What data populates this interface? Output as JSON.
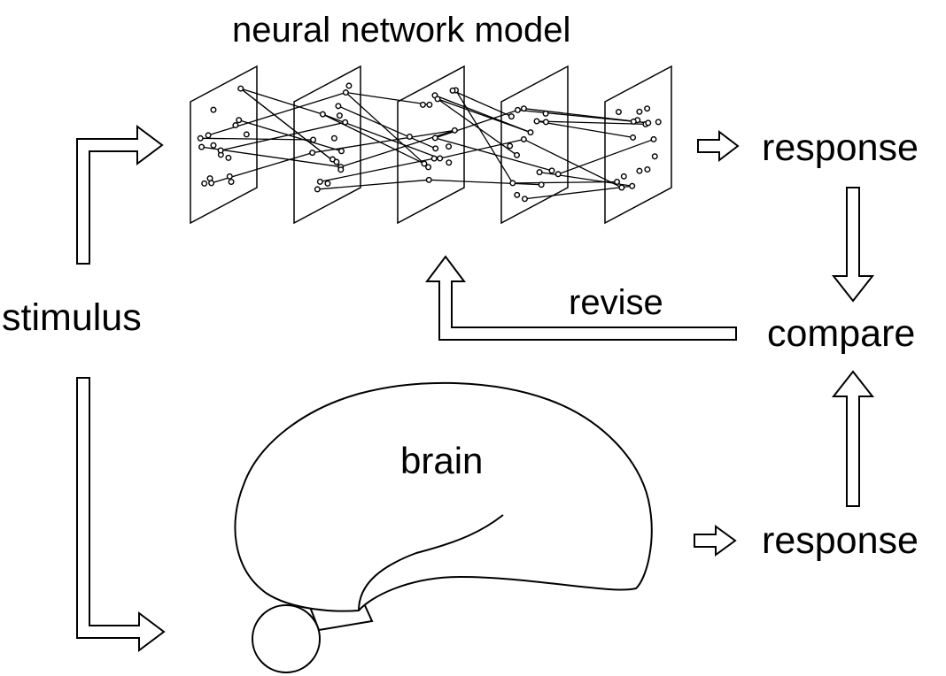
{
  "labels": {
    "title": "neural network model",
    "stimulus": "stimulus",
    "response_top": "response",
    "response_bottom": "response",
    "compare": "compare",
    "revise": "revise",
    "brain": "brain"
  },
  "colors": {
    "stroke": "#000000",
    "fill": "#ffffff"
  }
}
